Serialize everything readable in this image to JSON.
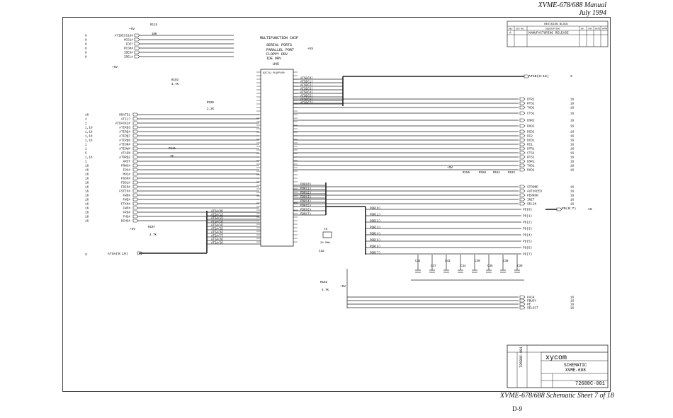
{
  "header": {
    "manual": "XVME-678/688 Manual",
    "date": "July 1994"
  },
  "footer": {
    "caption": "XVME-678/688 Schematic Sheet 7 of 18",
    "page": "D-9"
  },
  "revision": {
    "title": "REVISION BLOCK",
    "cols": [
      "REV",
      "ECO NO.",
      "DESCRIPTION",
      "DR",
      "CHK",
      "DATE",
      "APPR"
    ],
    "row": {
      "rev": "A",
      "desc": "MANUFACTURING RELEASE"
    }
  },
  "chip": {
    "label": "MULTIFUNCTION CHIP",
    "features": [
      "SERIAL PORTS",
      "PARALLEL PORT",
      "FLOPPY DRV",
      "IDE DRV"
    ],
    "ref": "U45",
    "part": "82C711 PLQFP100"
  },
  "power": {
    "vcc": "+5V"
  },
  "resistors": {
    "r115": {
      "ref": "R115",
      "val": "10K"
    },
    "r103": {
      "ref": "R103",
      "val": "4.7K"
    },
    "r105": {
      "ref": "R105",
      "val": "2.2K"
    },
    "r111": {
      "ref": "R111",
      "val": "1K"
    },
    "r107": {
      "ref": "R107",
      "val": "4.7K"
    },
    "r102": {
      "ref": "R102",
      "val": "4.7K"
    },
    "pack": [
      "R156",
      "R159",
      "R161",
      "R162"
    ]
  },
  "caps": [
    "C32",
    "C43",
    "C44",
    "C40",
    "C45",
    "C38",
    "C37",
    "C39",
    "C34"
  ],
  "crystal": {
    "ref": "Y3",
    "val": "24 MHz"
  },
  "left_signals": [
    {
      "name": "ATIDECS16#",
      "sheet": "8"
    },
    {
      "name": "HCS1#",
      "sheet": "8"
    },
    {
      "name": "IDE?",
      "sheet": "8"
    },
    {
      "name": "HCS0#",
      "sheet": "8"
    },
    {
      "name": "IDEH#",
      "sheet": "8"
    },
    {
      "name": "IDEL#",
      "sheet": "8"
    },
    {
      "name": "DRATE1",
      "sheet": "16"
    },
    {
      "name": "ATIL?",
      "sheet": "1"
    },
    {
      "name": "ATDACK2#",
      "sheet": "1"
    },
    {
      "name": "ATIRQ3",
      "sheet": "1,18"
    },
    {
      "name": "ATIRQ4",
      "sheet": "1,18"
    },
    {
      "name": "ATIRQ7",
      "sheet": "1,18"
    },
    {
      "name": "ATIRQ6",
      "sheet": "1,18"
    },
    {
      "name": "ATIOR#",
      "sheet": "1"
    },
    {
      "name": "ATIOW#",
      "sheet": "1"
    },
    {
      "name": "ATAEN",
      "sheet": "5"
    },
    {
      "name": "ATDRQ2",
      "sheet": "1,18"
    },
    {
      "name": "XRST",
      "sheet": "1"
    },
    {
      "name": "FRNC#",
      "sheet": "16"
    },
    {
      "name": "IDX#",
      "sheet": "16"
    },
    {
      "name": "MO1#",
      "sheet": "16"
    },
    {
      "name": "FDS0#",
      "sheet": "16"
    },
    {
      "name": "FDS1#",
      "sheet": "16"
    },
    {
      "name": "FDIR#",
      "sheet": "16"
    },
    {
      "name": "FSTEP#",
      "sheet": "16"
    },
    {
      "name": "FWD#",
      "sheet": "16"
    },
    {
      "name": "FWE#",
      "sheet": "16"
    },
    {
      "name": "FTK0#",
      "sheet": "16"
    },
    {
      "name": "FWP#",
      "sheet": "16"
    },
    {
      "name": "FRD#",
      "sheet": "16"
    },
    {
      "name": "FHS#",
      "sheet": "16"
    },
    {
      "name": "DCHG#",
      "sheet": "16"
    }
  ],
  "atsa_bus": [
    "ATSA(0)",
    "ATSA(1)",
    "ATSA(2)",
    "ATSA(3)",
    "ATSA(4)",
    "ATSA(5)",
    "ATSA(6)",
    "ATSA(7)",
    "ATSA(8)",
    "ATSA(9)"
  ],
  "atsa_main": {
    "name": "ATSA(0:19)",
    "sheet": "2"
  },
  "atsd_bus": [
    "ATSD(0)",
    "ATSD(1)",
    "ATSD(2)",
    "ATSD(3)",
    "ATSD(4)",
    "ATSD(5)",
    "ATSD(6)",
    "ATSD(7)"
  ],
  "atsd_main": {
    "name": "ATSD(0:15)",
    "sheet": "2"
  },
  "right_signals": [
    {
      "name": "DTR2",
      "sheet": "16"
    },
    {
      "name": "RTS2",
      "sheet": "16"
    },
    {
      "name": "TXD2",
      "sheet": "16"
    },
    {
      "name": "CTS2",
      "sheet": "16"
    },
    {
      "name": "DSR2",
      "sheet": "16"
    },
    {
      "name": "RXD2",
      "sheet": "16"
    },
    {
      "name": "DCD2",
      "sheet": "16"
    },
    {
      "name": "RI2",
      "sheet": "16"
    },
    {
      "name": "DCD1",
      "sheet": "16"
    },
    {
      "name": "RI1",
      "sheet": "16"
    },
    {
      "name": "DTR1",
      "sheet": "16"
    },
    {
      "name": "CTS1",
      "sheet": "16"
    },
    {
      "name": "RTS1",
      "sheet": "16"
    },
    {
      "name": "DSR1",
      "sheet": "16"
    },
    {
      "name": "TXD1",
      "sheet": "16"
    },
    {
      "name": "RXD1",
      "sheet": "16"
    }
  ],
  "parallel_ctrl": [
    {
      "name": "STROBE",
      "sheet": "16"
    },
    {
      "name": "AUTOFEED",
      "sheet": "16"
    },
    {
      "name": "PERROR",
      "sheet": "16"
    },
    {
      "name": "INIT",
      "sheet": "16"
    },
    {
      "name": "SELIN",
      "sheet": "16"
    }
  ],
  "pdr_bus": [
    "PDR(0)",
    "PDR(1)",
    "PDR(2)",
    "PDR(3)",
    "PDR(4)",
    "PDR(5)",
    "PDR(6)",
    "PDR(7)"
  ],
  "pd_bus": [
    "PD(0)",
    "PD(1)",
    "PD(2)",
    "PD(3)",
    "PD(4)",
    "PD(5)",
    "PD(6)",
    "PD(7)"
  ],
  "pd_main": {
    "name": "PD(0:7)",
    "sheet": "16"
  },
  "status_signals": [
    {
      "name": "PACK",
      "sheet": "16"
    },
    {
      "name": "PBUSY",
      "sheet": "16"
    },
    {
      "name": "PE",
      "sheet": "16"
    },
    {
      "name": "SELECT",
      "sheet": "16"
    }
  ],
  "title_block": {
    "company": "xycom",
    "title1": "SCHEMATIC",
    "title2": "XVME-688",
    "dwg": "72688C-001",
    "side": "72688C-001"
  }
}
